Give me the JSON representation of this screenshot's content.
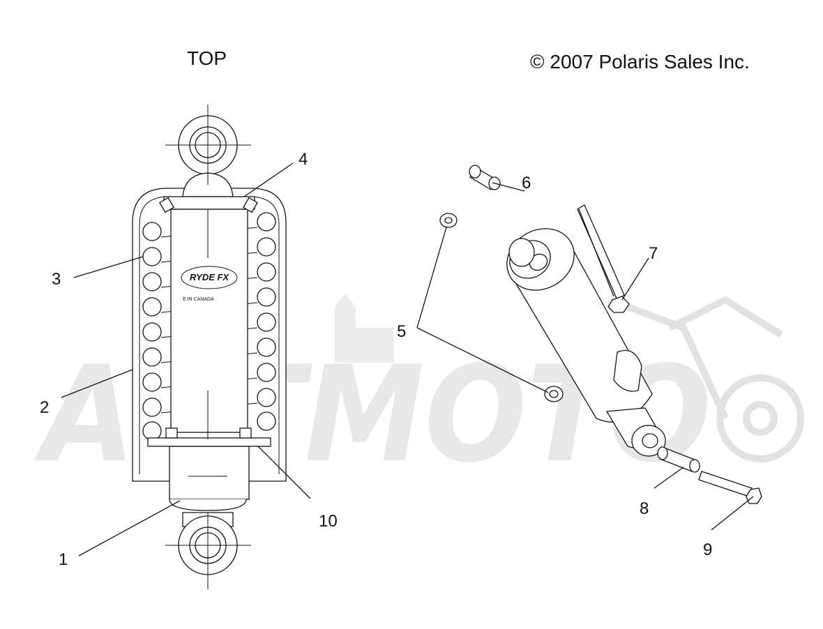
{
  "header": {
    "top_label": "TOP",
    "copyright": "© 2007 Polaris Sales Inc."
  },
  "watermark": {
    "text": "ARTMOTO",
    "color": "#e6e6e6"
  },
  "shock_decal": {
    "logo_text": "RYDE FX",
    "small_text": "E IN CANADA"
  },
  "callouts": [
    {
      "id": "1",
      "text": "1"
    },
    {
      "id": "2",
      "text": "2"
    },
    {
      "id": "3",
      "text": "3"
    },
    {
      "id": "4",
      "text": "4"
    },
    {
      "id": "5",
      "text": "5"
    },
    {
      "id": "6",
      "text": "6"
    },
    {
      "id": "7",
      "text": "7"
    },
    {
      "id": "8",
      "text": "8"
    },
    {
      "id": "9",
      "text": "9"
    },
    {
      "id": "10",
      "text": "10"
    }
  ],
  "colors": {
    "line": "#111111",
    "background": "#ffffff",
    "watermark": "#e6e6e6"
  }
}
